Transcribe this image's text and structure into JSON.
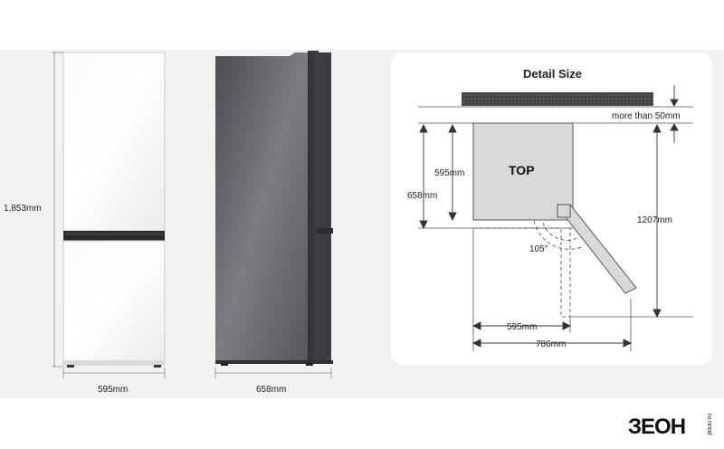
{
  "front_view": {
    "height_label": "1,853mm",
    "width_label": "595mm"
  },
  "side_view": {
    "depth_label": "658mm"
  },
  "detail": {
    "title": "Detail Size",
    "top_label": "TOP",
    "clearance_label": "more than 50mm",
    "depth_label": "595mm",
    "depth_with_door_label": "658mm",
    "door_open_depth_label": "1207mm",
    "door_angle_label": "105°",
    "width_label": "595mm",
    "open_width_label": "786mm"
  },
  "logo": {
    "text": "ЗЕОН",
    "sub": "ru.nnod"
  }
}
